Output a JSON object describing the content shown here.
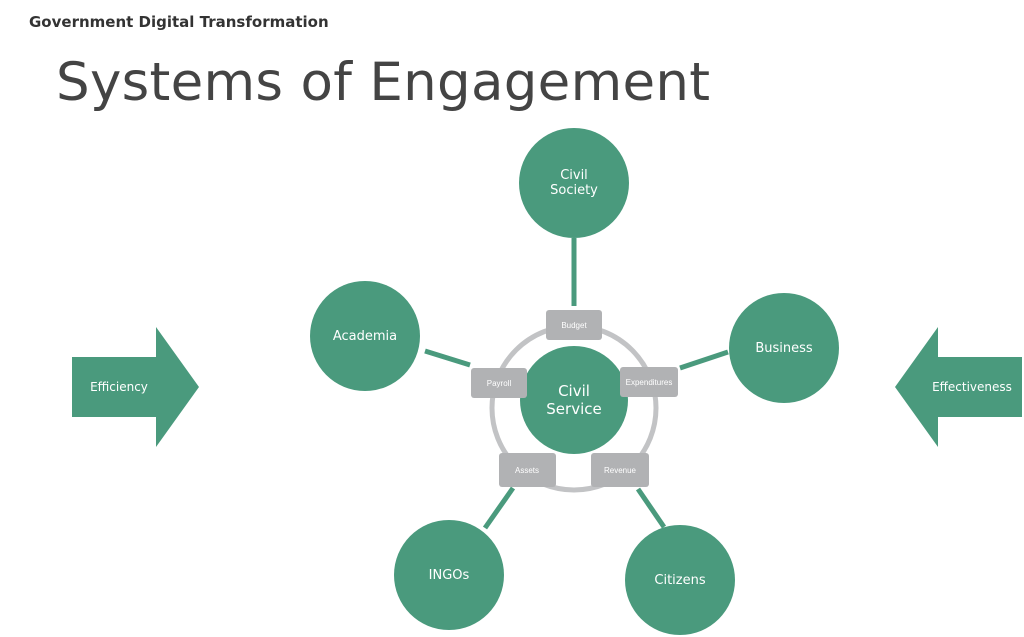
{
  "header": {
    "section_label": "Government Digital Transformation",
    "title": "Systems of Engagement"
  },
  "colors": {
    "node_fill": "#4a9a7d",
    "connector": "#4a9a7d",
    "box_fill": "#b1b2b4",
    "ring": "#c2c3c5",
    "title_text": "#444444"
  },
  "center": {
    "line1": "Civil",
    "line2": "Service"
  },
  "nodes": {
    "civil_society": {
      "line1": "Civil",
      "line2": "Society"
    },
    "academia": {
      "label": "Academia"
    },
    "business": {
      "label": "Business"
    },
    "ingos": {
      "label": "INGOs"
    },
    "citizens": {
      "label": "Citizens"
    }
  },
  "ring_boxes": {
    "budget": "Budget",
    "payroll": "Payroll",
    "expenditures": "Expenditures",
    "assets": "Assets",
    "revenue": "Revenue"
  },
  "arrows": {
    "left": "Efficiency",
    "right": "Effectiveness"
  }
}
